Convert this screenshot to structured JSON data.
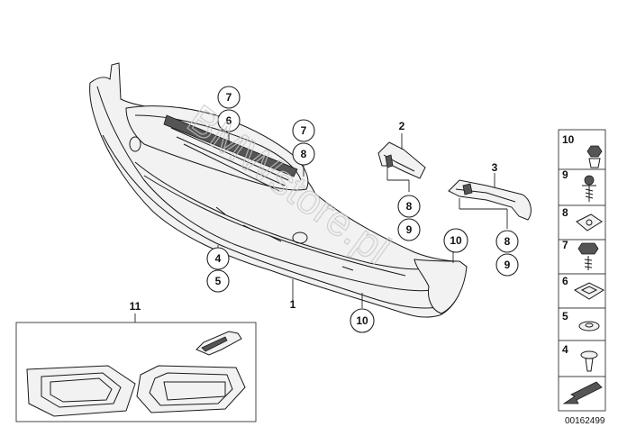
{
  "callouts": {
    "c1": "1",
    "c2": "2",
    "c3": "3",
    "c4": "4",
    "c5": "5",
    "c6": "6",
    "c7a": "7",
    "c7b": "7",
    "c8a": "8",
    "c8b": "8",
    "c8c": "8",
    "c9a": "9",
    "c9b": "9",
    "c10a": "10",
    "c10b": "10",
    "c11": "11"
  },
  "legend": {
    "items": [
      "10",
      "9",
      "8",
      "7",
      "6",
      "5",
      "4"
    ]
  },
  "watermark": "BMWstore.pl",
  "drawing_code": "00162499",
  "colors": {
    "line": "#1a1a1a",
    "watermark": "#c8c8c8"
  }
}
